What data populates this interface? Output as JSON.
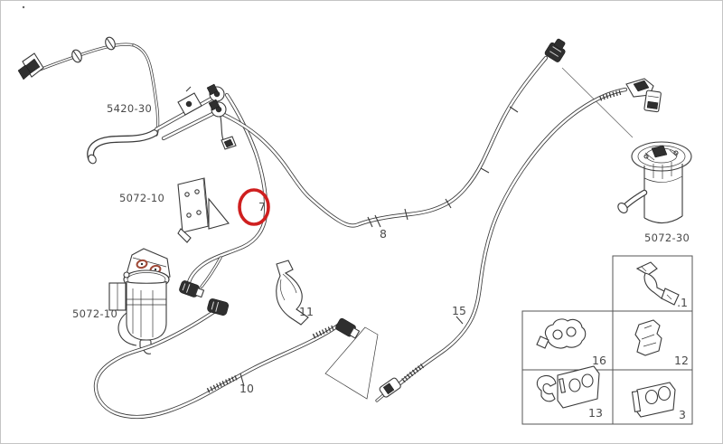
{
  "colors": {
    "background": "#ffffff",
    "line": "#3a3a3a",
    "text": "#4a4a4a",
    "highlight_red": "#cf1f1f",
    "filter_hole_red": "#a04a38",
    "grid": "#555555"
  },
  "part_labels": {
    "hose_assembly": "5420-30",
    "bracket": "5072-10",
    "fuel_filter": "5072-10",
    "fuel_pump_module": "5072-30"
  },
  "callouts": {
    "item7": "7",
    "item8": "8",
    "item10": "10",
    "item11": "11",
    "item15": "15"
  },
  "highlighted_item": "7",
  "legend": {
    "cells": [
      {
        "id": "clip-1",
        "label": ".1"
      },
      {
        "id": "clip-16",
        "label": "16"
      },
      {
        "id": "clip-12",
        "label": "12"
      },
      {
        "id": "clip-13",
        "label": "13"
      },
      {
        "id": "clip-3",
        "label": "3"
      }
    ]
  }
}
